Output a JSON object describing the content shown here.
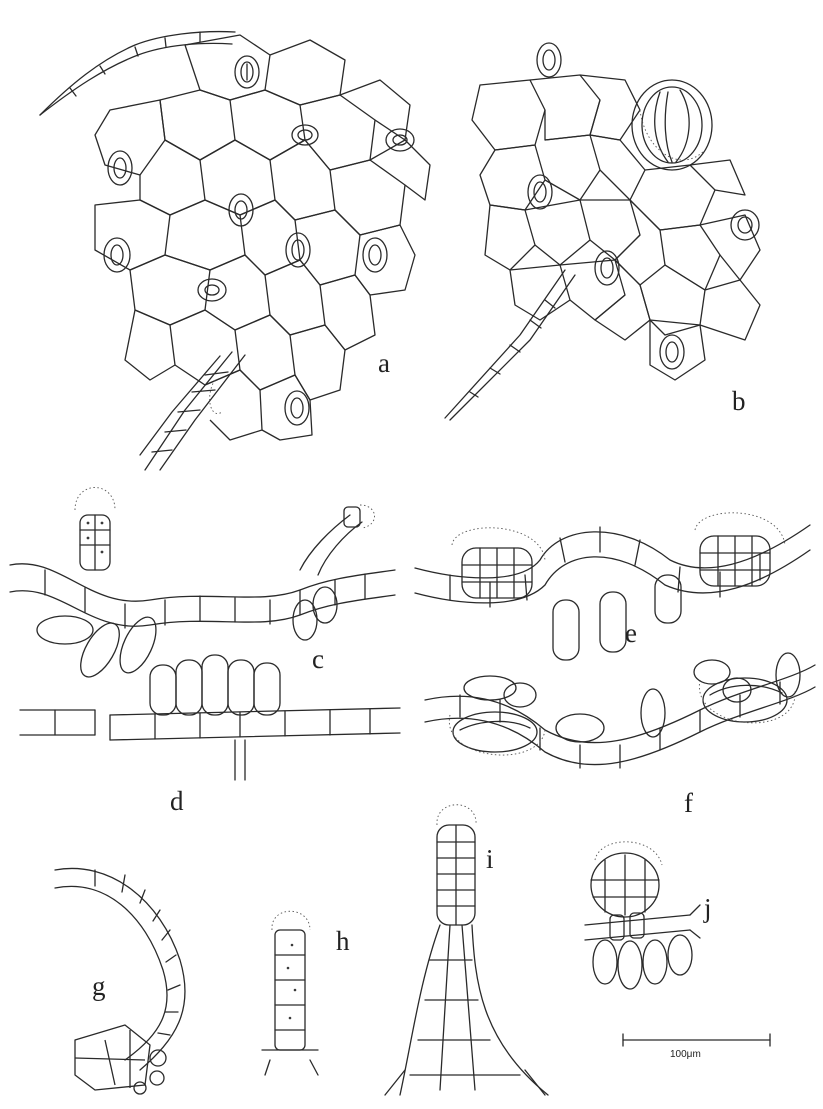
{
  "panels": {
    "a": "a",
    "b": "b",
    "c": "c",
    "d": "d",
    "e": "e",
    "f": "f",
    "g": "g",
    "h": "h",
    "i": "i",
    "j": "j"
  },
  "scale_bar": {
    "label": "100μm"
  },
  "colors": {
    "ink": "#2a2a2a",
    "background": "#ffffff"
  }
}
